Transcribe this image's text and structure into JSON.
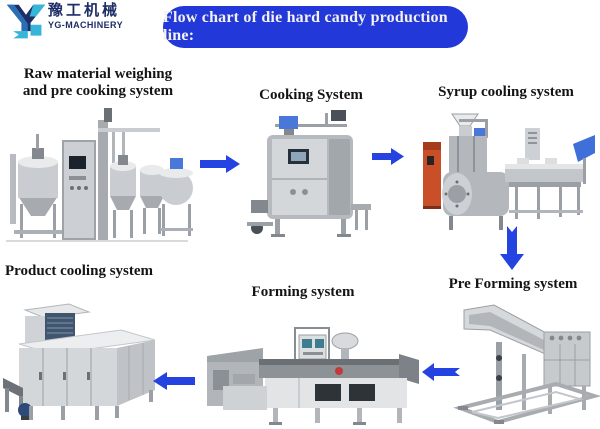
{
  "header": {
    "logo": {
      "chinese": "豫工机械",
      "english": "YG-MACHINERY"
    },
    "title": "Flow chart of die hard candy production line:"
  },
  "stages": {
    "raw": {
      "line1": "Raw material weighing",
      "line2": "and pre cooking system"
    },
    "cooking": {
      "label": "Cooking System"
    },
    "syrup": {
      "label": "Syrup cooling system"
    },
    "preforming": {
      "label": "Pre Forming system"
    },
    "forming": {
      "label": "Forming system"
    },
    "product": {
      "label": "Product cooling system"
    }
  },
  "flow_order": [
    "raw",
    "cooking",
    "syrup",
    "preforming",
    "forming",
    "product"
  ],
  "colors": {
    "banner_blue": "#2338d8",
    "arrow_blue": "#2443e0",
    "logo_navy": "#1d2d66",
    "logo_cyan": "#35b6d9",
    "label_text": "#141414",
    "banner_text": "#f4f2ef"
  }
}
